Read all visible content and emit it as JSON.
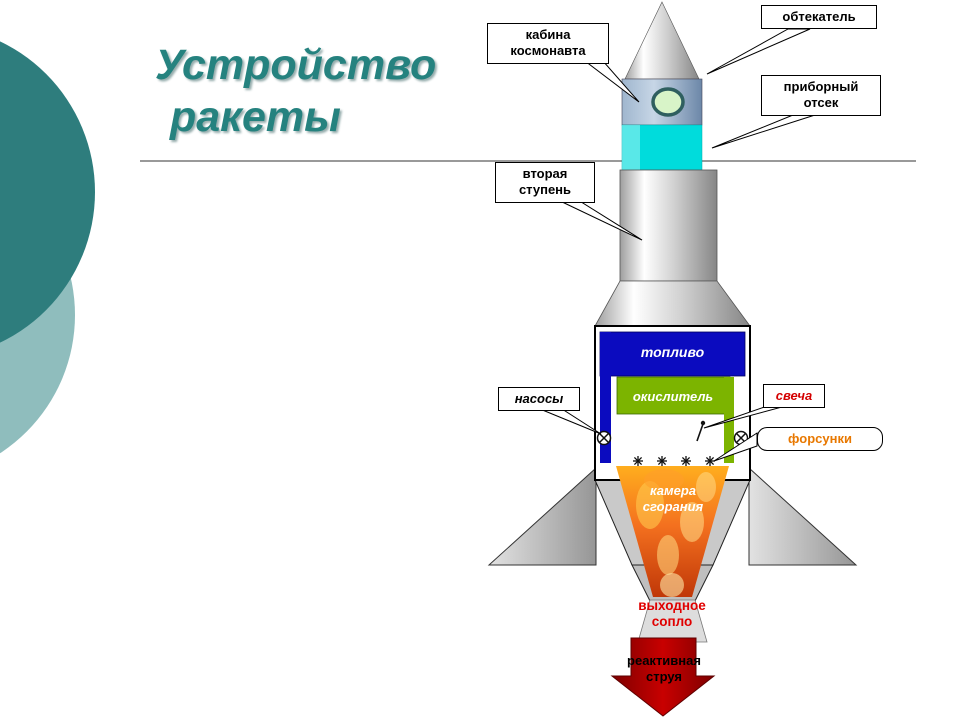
{
  "slide": {
    "title_line1": "Устройство",
    "title_line2": "ракеты"
  },
  "callouts": {
    "cabin": "кабина космонавта",
    "fairing": "обтекатель",
    "instrument_bay": "приборный отсек",
    "second_stage": "вторая ступень",
    "pumps": "насосы",
    "spark_plug": "свеча",
    "injectors": "форсунки"
  },
  "rocket_labels": {
    "fuel": "топливо",
    "oxidizer": "окислитель",
    "combustion_chamber": "камера сгорания",
    "exit_nozzle": "выходное сопло",
    "jet_stream": "реактивная струя"
  },
  "icons": {
    "valve": "⊗",
    "injector": "✳",
    "porthole": "◯"
  },
  "colors": {
    "title-teal": "#25827F",
    "circle-dark": "#2E7D7D",
    "circle-light": "#8FBDBD",
    "fuel-blue": "#0B0BBF",
    "oxidizer-green": "#7CB400",
    "cyan-band": "#00DCDC",
    "spark-red": "#D40000",
    "injector-orange": "#E87800",
    "nozzle-text-red": "#E00000",
    "arrow-red": "#A50000"
  }
}
